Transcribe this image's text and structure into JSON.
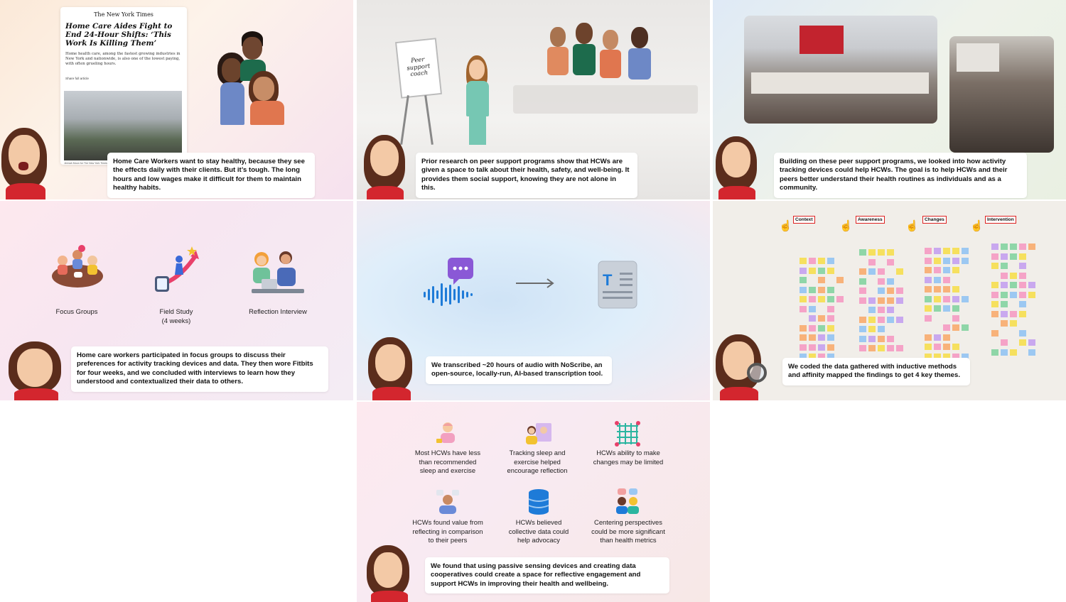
{
  "panel1": {
    "article": {
      "masthead": "The New York Times",
      "headline": "Home Care Aides Fight to End 24-Hour Shifts: ‘This Work Is Killing Them’",
      "subhead": "Home health care, among the fastest growing industries in New York and nationwide, is also one of the lowest paying, with often grueling hours.",
      "share_label": "Share full article",
      "photo_credit": "Jeenah Moon for The New York Times"
    },
    "caption": "Home Care Workers want to stay healthy, because they see the effects daily with their clients. But it’s tough. The long hours and low wages make it difficult for them to maintain healthy habits."
  },
  "panel2": {
    "easel_text": "Peer support coach",
    "caption": "Prior research on peer support programs show that HCWs are given a space to talk about their health, safety, and well-being. It provides them social support, knowing they are not alone in this."
  },
  "panel3": {
    "caption": "Building on these peer support programs, we looked into how activity tracking devices could help HCWs. The goal is to help HCWs and their peers better understand their health routines as individuals and as a community."
  },
  "panel4": {
    "methods": [
      {
        "icon": "focus-group-icon",
        "label": "Focus Groups"
      },
      {
        "icon": "field-study-icon",
        "label": "Field Study",
        "sublabel": "(4 weeks)"
      },
      {
        "icon": "reflection-interview-icon",
        "label": "Reflection Interview"
      }
    ],
    "caption": "Home care workers participated in focus groups to discuss their preferences for activity tracking devices and data. They then wore Fitbits for four weeks, and we concluded with interviews to learn how they understood and contextualized their data to others."
  },
  "panel5": {
    "icons": [
      "audio-chat-icon",
      "arrow-right-icon",
      "text-document-icon"
    ],
    "caption": "We transcribed ~20 hours of audio with NoScribe, an open-source, locally-run, AI-based transcription tool."
  },
  "panel6": {
    "themes": [
      "Context",
      "Awareness",
      "Changes",
      "Intervention"
    ],
    "caption": "We coded the data gathered with inductive methods and affinity mapped the findings to get 4 key themes."
  },
  "panel7": {
    "findings": [
      {
        "icon": "sleep-exercise-icon",
        "text": "Most HCWs have less than recommended sleep and exercise"
      },
      {
        "icon": "tracking-reflection-icon",
        "text": "Tracking sleep and exercise helped encourage reflection"
      },
      {
        "icon": "network-grid-icon",
        "text": "HCWs ability to make changes may be limited"
      },
      {
        "icon": "comparison-icon",
        "text": "HCWs found value from reflecting in comparison to their peers"
      },
      {
        "icon": "database-icon",
        "text": "HCWs believed collective data could help advocacy"
      },
      {
        "icon": "perspectives-icon",
        "text": "Centering perspectives could be more significant than health metrics"
      }
    ],
    "caption": "We found that using passive sensing devices and creating data cooperatives could create a space for reflective engagement and support HCWs in improving their health and wellbeing."
  },
  "colors": {
    "accent_red": "#d3262e",
    "icon_blue": "#1e7bd8",
    "icon_purple": "#8a58d6"
  }
}
